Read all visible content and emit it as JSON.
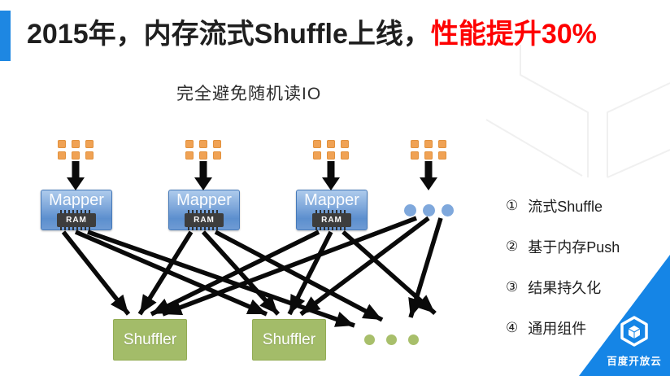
{
  "slide": {
    "title_black": "2015年，内存流式Shuffle上线，",
    "title_red": "性能提升30%",
    "subtitle": "完全避免随机读IO"
  },
  "diagram": {
    "mapper_label": "Mapper",
    "ram_label": "RAM",
    "shuffler_label": "Shuffler"
  },
  "bullets": [
    {
      "num": "①",
      "text": "流式Shuffle"
    },
    {
      "num": "②",
      "text": "基于内存Push"
    },
    {
      "num": "③",
      "text": "结果持久化"
    },
    {
      "num": "④",
      "text": "通用组件"
    }
  ],
  "logo": {
    "label": "百度开放云"
  },
  "colors": {
    "accent_blue": "#1E87E2",
    "title_red": "#FE0000",
    "mapper_blue_top": "#AECBEC",
    "mapper_blue_bottom": "#5C8FCE",
    "shuffler_green": "#A3BC69",
    "input_orange": "#F0A254",
    "arrow_black": "#0A0A0A",
    "dot_blue": "#7FA8DC",
    "dot_green": "#A8BF6B",
    "logo_blue": "#1585E6"
  }
}
